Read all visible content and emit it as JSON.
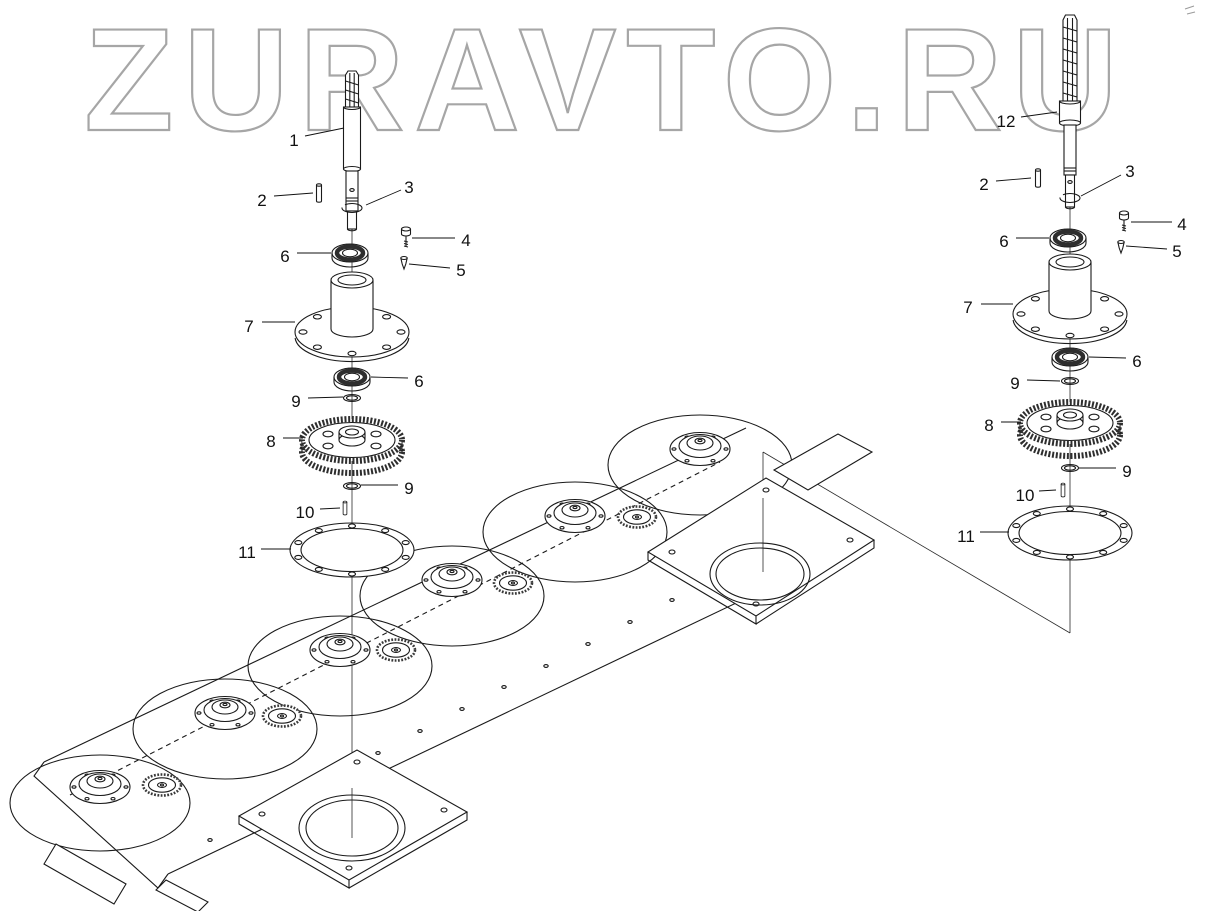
{
  "watermark": {
    "text": "ZURAVTO.RU",
    "color": "#a6a6a6"
  },
  "figure": {
    "line_color": "#1a1a1a",
    "background": "#ffffff",
    "dark_detail": "#2e2e2e"
  },
  "callouts": {
    "left": [
      "1",
      "2",
      "3",
      "4",
      "5",
      "6",
      "7",
      "6",
      "9",
      "8",
      "9",
      "10",
      "11"
    ],
    "right": [
      "12",
      "2",
      "3",
      "4",
      "5",
      "6",
      "7",
      "6",
      "9",
      "8",
      "9",
      "10",
      "11"
    ]
  }
}
